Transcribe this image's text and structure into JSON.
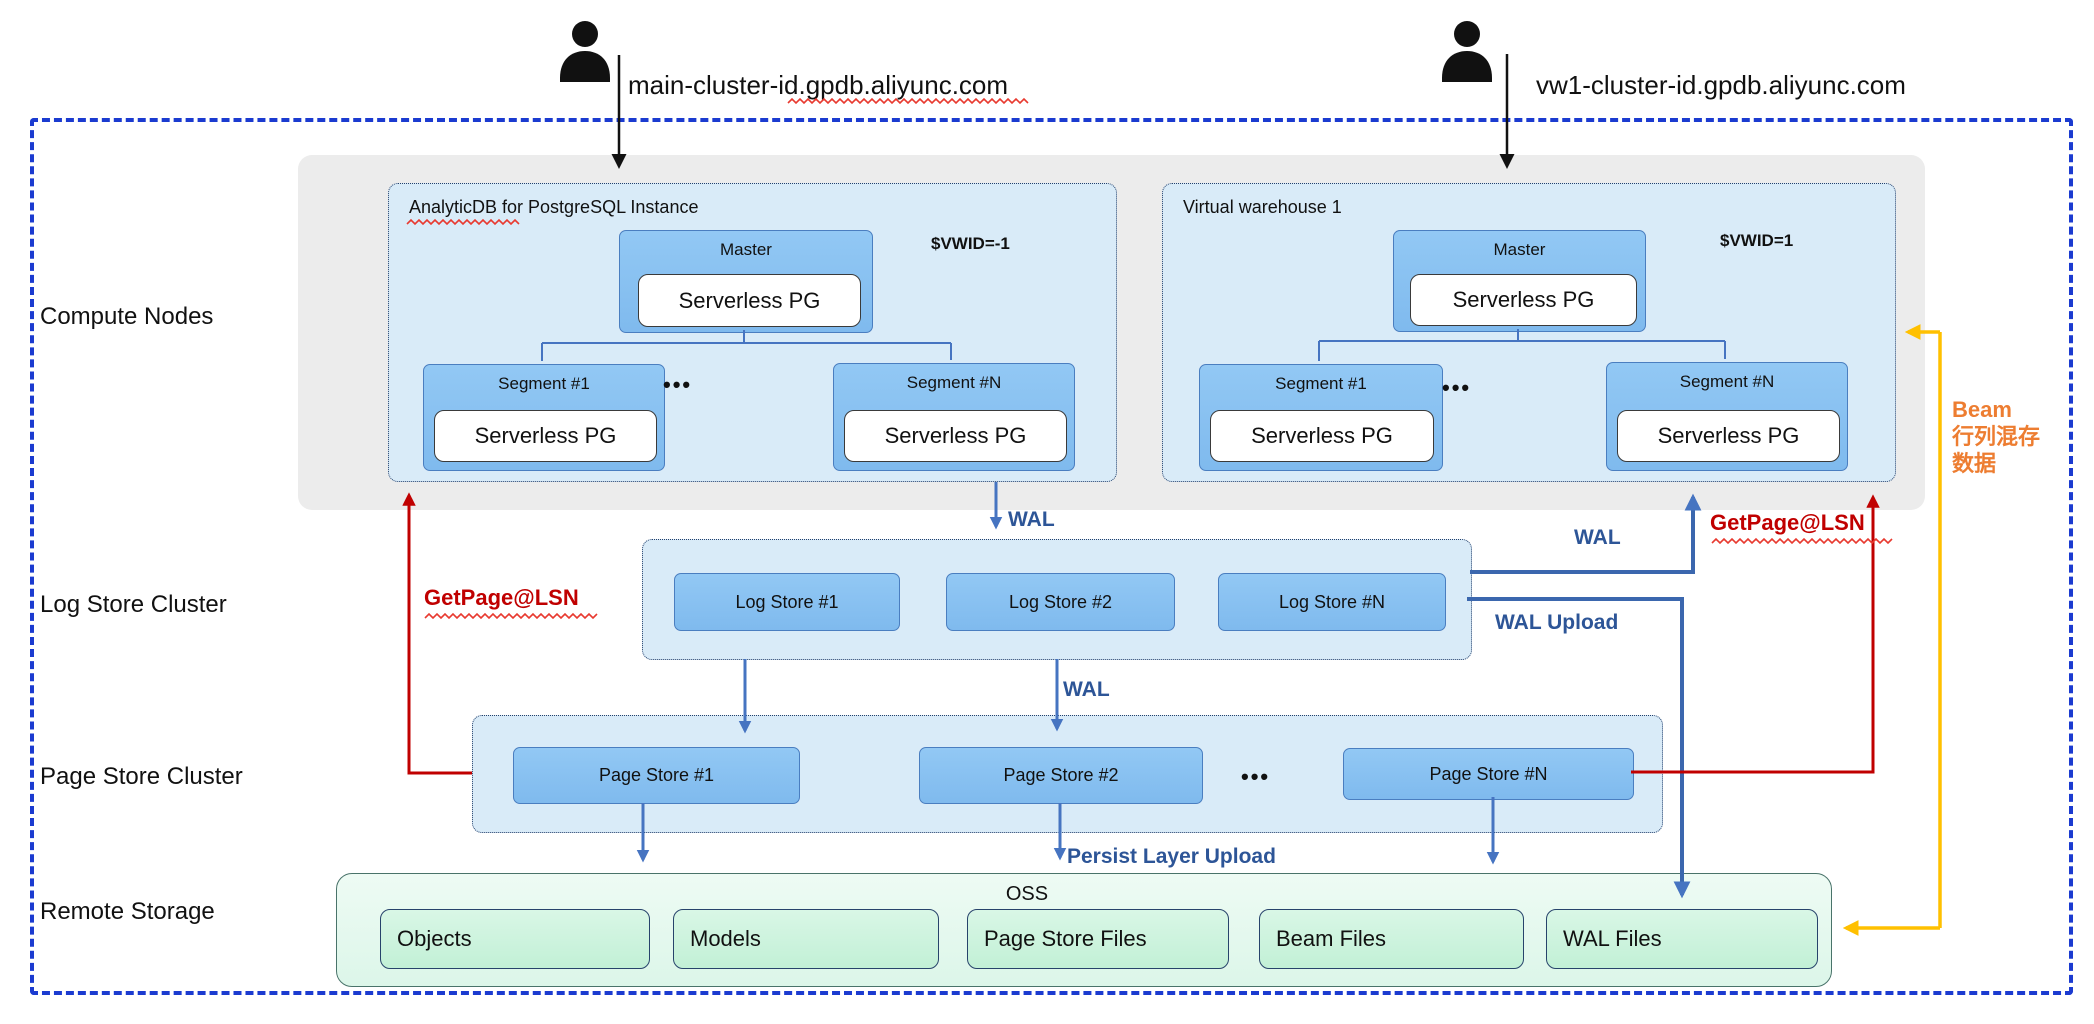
{
  "users": [
    {
      "host": "main-cluster-id.gpdb.aliyunc.com"
    },
    {
      "host": "vw1-cluster-id.gpdb.aliyunc.com"
    }
  ],
  "row_labels": {
    "compute": "Compute Nodes",
    "log": "Log Store Cluster",
    "page": "Page Store Cluster",
    "remote": "Remote Storage"
  },
  "clusters": [
    {
      "title": "AnalyticDB for PostgreSQL Instance",
      "vwid": "$VWID=-1",
      "master": {
        "label": "Master",
        "pg": "Serverless PG"
      },
      "segments": [
        {
          "label": "Segment #1",
          "pg": "Serverless PG"
        },
        {
          "label": "Segment #N",
          "pg": "Serverless PG"
        }
      ],
      "dots": "•••"
    },
    {
      "title": "Virtual warehouse 1",
      "vwid": "$VWID=1",
      "master": {
        "label": "Master",
        "pg": "Serverless PG"
      },
      "segments": [
        {
          "label": "Segment #1",
          "pg": "Serverless PG"
        },
        {
          "label": "Segment #N",
          "pg": "Serverless PG"
        }
      ],
      "dots": "•••"
    }
  ],
  "log_store": {
    "items": [
      "Log Store #1",
      "Log Store #2",
      "Log Store #N"
    ]
  },
  "page_store": {
    "items": [
      "Page Store #1",
      "Page Store #2",
      "Page Store #N"
    ],
    "dots": "•••"
  },
  "oss": {
    "label": "OSS",
    "files": [
      "Objects",
      "Models",
      "Page Store Files",
      "Beam Files",
      "WAL Files"
    ]
  },
  "edge_labels": {
    "wal_to_logstore": "WAL",
    "wal_to_pagestore": "WAL",
    "wal_to_vw": "WAL",
    "wal_upload": "WAL Upload",
    "persist_upload": "Persist Layer Upload",
    "getpage_left": "GetPage@LSN",
    "getpage_right": "GetPage@LSN",
    "beam_lines": [
      "Beam",
      "行列混存",
      "数据"
    ]
  },
  "colors": {
    "outer_border": "#1b3bd0",
    "arrow_blue": "#4674c1",
    "label_blue": "#2d5597",
    "arrow_red": "#c00000",
    "arrow_orange": "#ffc000",
    "beam_text": "#ed7d31",
    "node_fill": "#89c1f1",
    "node_border": "#4a7ec0",
    "cluster_fill": "#d9ebf8",
    "gray_band": "#ececec",
    "oss_fill": "#e4f9ee",
    "file_fill": "#c9f2da"
  }
}
